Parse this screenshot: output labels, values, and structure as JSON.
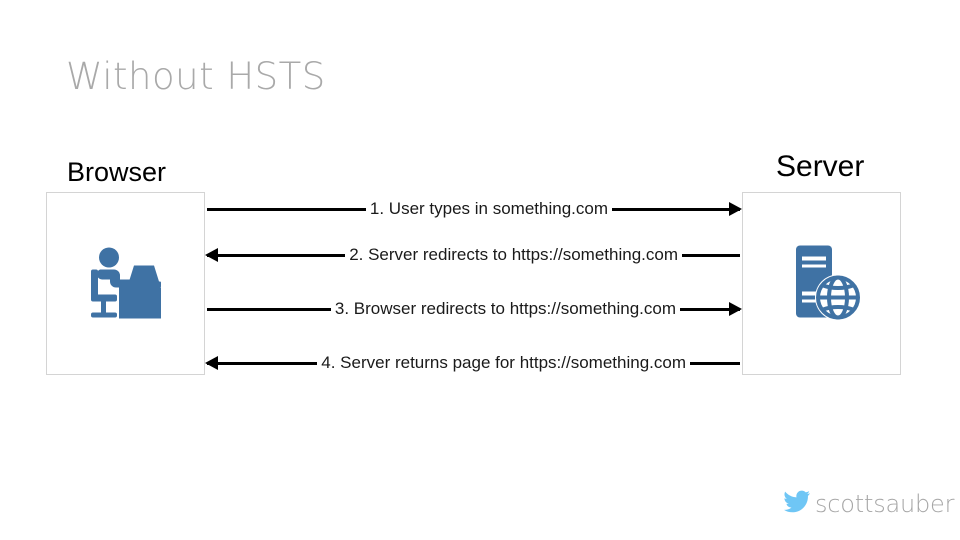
{
  "slide": {
    "title": "Without HSTS",
    "title_color": "#a9a9a9",
    "background_color": "#ffffff"
  },
  "accent_colors": {
    "icon_blue": "#3f72a4",
    "twitter_blue": "#6fc6f5",
    "box_border": "#d4d4d4",
    "arrow_black": "#000000"
  },
  "nodes": [
    {
      "id": "browser",
      "label": "Browser",
      "icon": "person-at-desk-icon"
    },
    {
      "id": "server",
      "label": "Server",
      "icon": "server-globe-icon"
    }
  ],
  "flow": {
    "steps": [
      {
        "number": "1.",
        "label": "1. User types in something.com",
        "direction": "browser-to-server"
      },
      {
        "number": "2.",
        "label": "2. Server redirects to https://something.com",
        "direction": "server-to-browser"
      },
      {
        "number": "3.",
        "label": "3. Browser redirects to https://something.com",
        "direction": "browser-to-server"
      },
      {
        "number": "4.",
        "label": "4. Server returns page for https://something.com",
        "direction": "server-to-browser"
      }
    ]
  },
  "footer": {
    "handle": "scottsauber",
    "icon": "twitter-bird-icon"
  }
}
